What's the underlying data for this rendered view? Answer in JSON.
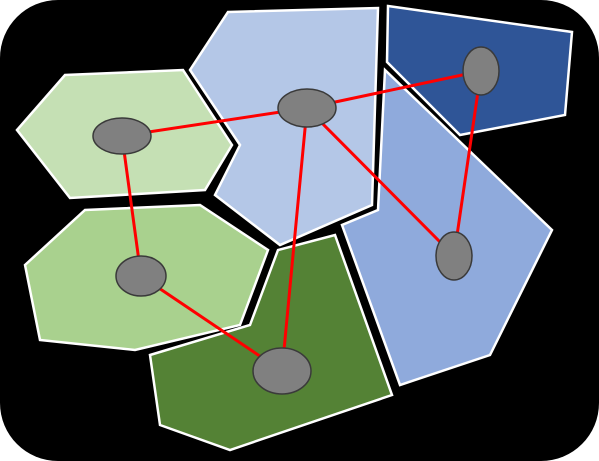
{
  "diagram": {
    "background_color": "#000000",
    "frame_color": "#ffffff",
    "edge_color": "#ff0000",
    "node_color": "#808080",
    "regions": [
      {
        "id": "light-green-hexagon",
        "fill": "#c5e0b4"
      },
      {
        "id": "green-hexagon",
        "fill": "#a9d18e"
      },
      {
        "id": "dark-green-polygon",
        "fill": "#548235"
      },
      {
        "id": "light-blue-polygon",
        "fill": "#b4c7e7"
      },
      {
        "id": "periwinkle-polygon",
        "fill": "#8faadc"
      },
      {
        "id": "dark-blue-polygon",
        "fill": "#2f5597"
      }
    ],
    "nodes": [
      {
        "id": "light-green-hexagon-node"
      },
      {
        "id": "green-hexagon-node"
      },
      {
        "id": "dark-green-polygon-node"
      },
      {
        "id": "light-blue-polygon-node"
      },
      {
        "id": "periwinkle-polygon-node"
      },
      {
        "id": "dark-blue-polygon-node"
      }
    ],
    "edges": [
      {
        "from": "light-green-hexagon-node",
        "to": "light-blue-polygon-node"
      },
      {
        "from": "light-green-hexagon-node",
        "to": "green-hexagon-node"
      },
      {
        "from": "light-blue-polygon-node",
        "to": "dark-blue-polygon-node"
      },
      {
        "from": "light-blue-polygon-node",
        "to": "periwinkle-polygon-node"
      },
      {
        "from": "light-blue-polygon-node",
        "to": "dark-green-polygon-node"
      },
      {
        "from": "dark-blue-polygon-node",
        "to": "periwinkle-polygon-node"
      },
      {
        "from": "green-hexagon-node",
        "to": "dark-green-polygon-node"
      }
    ]
  }
}
